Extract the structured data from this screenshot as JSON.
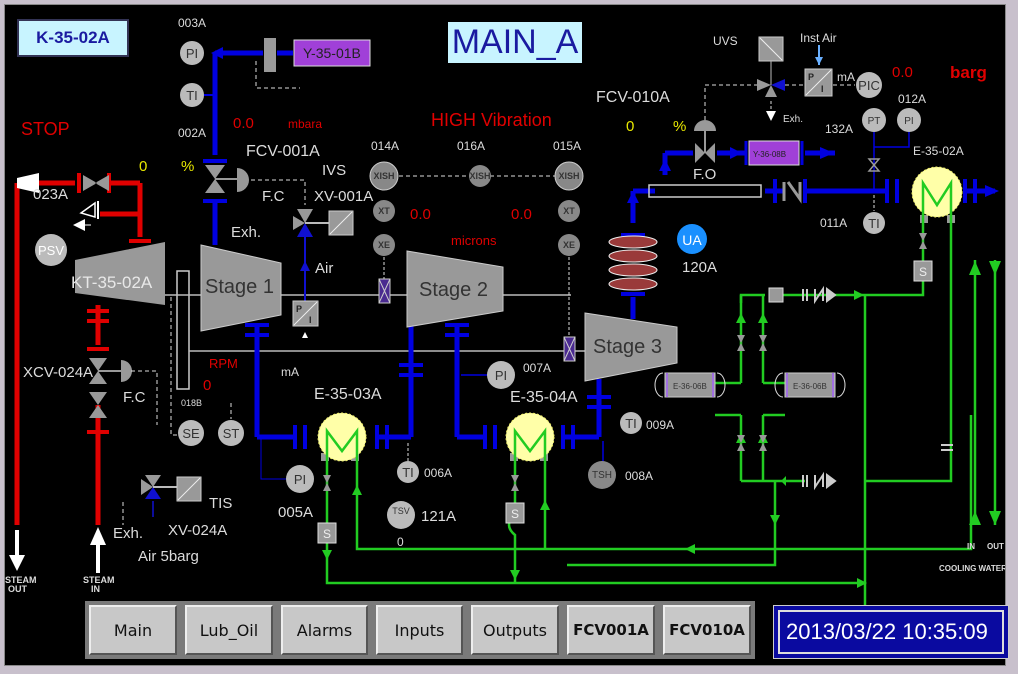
{
  "header": {
    "equipment_tag": "K-35-02A",
    "screen_title": "MAIN_A"
  },
  "status": {
    "run_state": "STOP",
    "vibration_alarm": "HIGH Vibration"
  },
  "inlet": {
    "pi_tag": "003A",
    "ti_tag": "002A",
    "pressure_value": "0.0",
    "pressure_unit": "mbara",
    "filter_tag": "Y-35-01B"
  },
  "fcv001": {
    "tag": "FCV-001A",
    "position_value": "0",
    "position_unit": "%",
    "fail_mode": "F.C",
    "ivs_label": "IVS",
    "xv_tag": "XV-001A",
    "exhaust_label": "Exh.",
    "air_label": "Air"
  },
  "vibration": {
    "sensor_tags": [
      "014A",
      "016A",
      "015A"
    ],
    "values": [
      "0.0",
      "0.0"
    ],
    "unit": "microns",
    "symbols": [
      "XISH",
      "XT",
      "XE"
    ]
  },
  "turbine": {
    "tag": "KT-35-02A",
    "psv_tag": "023A",
    "psv_label": "PSV",
    "xcv_tag": "XCV-024A",
    "xcv_fail_mode": "F.C",
    "speed_label": "RPM",
    "speed_value": "0",
    "speed_sensor_tag": "018B",
    "se_label": "SE",
    "st_label": "ST",
    "tis_label": "TIS",
    "xv024_tag": "XV-024A",
    "exh_label": "Exh.",
    "air_supply": "Air 5barg",
    "steam_out": [
      "STEAM",
      "OUT"
    ],
    "steam_in": [
      "STEAM",
      "IN"
    ]
  },
  "stages": [
    "Stage 1",
    "Stage 2",
    "Stage 3"
  ],
  "intercoolers": {
    "e03": {
      "tag": "E-35-03A",
      "pi_tag": "005A",
      "ti_tag": "006A",
      "tsv_tag": "121A",
      "tsv_value": "0",
      "ma_label": "mA"
    },
    "e04": {
      "tag": "E-35-04A",
      "pi_tag": "007A",
      "ti_tag": "009A",
      "tsh_tag": "008A"
    }
  },
  "discharge": {
    "ua_label": "UA",
    "ua_tag": "120A",
    "fcv_tag": "FCV-010A",
    "fcv_value": "0",
    "fcv_unit": "%",
    "fcv_fail_mode": "F.O",
    "uvs_label": "UVS",
    "inst_air_label": "Inst Air",
    "ma_label": "mA",
    "exh_label": "Exh.",
    "filter_tag": "Y-36-08B",
    "pic_label": "PIC",
    "pressure_value": "0.0",
    "pressure_unit": "barg",
    "pt_tag": "132A",
    "pi_tag": "012A",
    "aftercooler_tag": "E-35-02A",
    "ti_tag": "011A"
  },
  "cooling_water": {
    "exchanger_tags": [
      "E-36-06B",
      "E-36-06B"
    ],
    "in_label": "IN",
    "out_label": "OUT",
    "caption": "COOLING WATER"
  },
  "instrument_symbols": {
    "pi": "PI",
    "ti": "TI",
    "pt": "PT",
    "tsh": "TSH",
    "tsv": "TSV",
    "s": "S",
    "p": "P",
    "i": "I"
  },
  "nav": {
    "buttons": [
      "Main",
      "Lub_Oil",
      "Alarms",
      "Inputs",
      "Outputs",
      "FCV001A",
      "FCV010A"
    ]
  },
  "clock": {
    "datetime": "2013/03/22 10:35:09"
  },
  "colors": {
    "steam": "#e00000",
    "process_gas": "#0000e0",
    "cooling_water": "#22cc22",
    "alarm_text": "#e00000",
    "setpoint_text": "#e8e800",
    "exchanger_fill": "#ffffa8",
    "filter_fill": "#a040d8"
  }
}
